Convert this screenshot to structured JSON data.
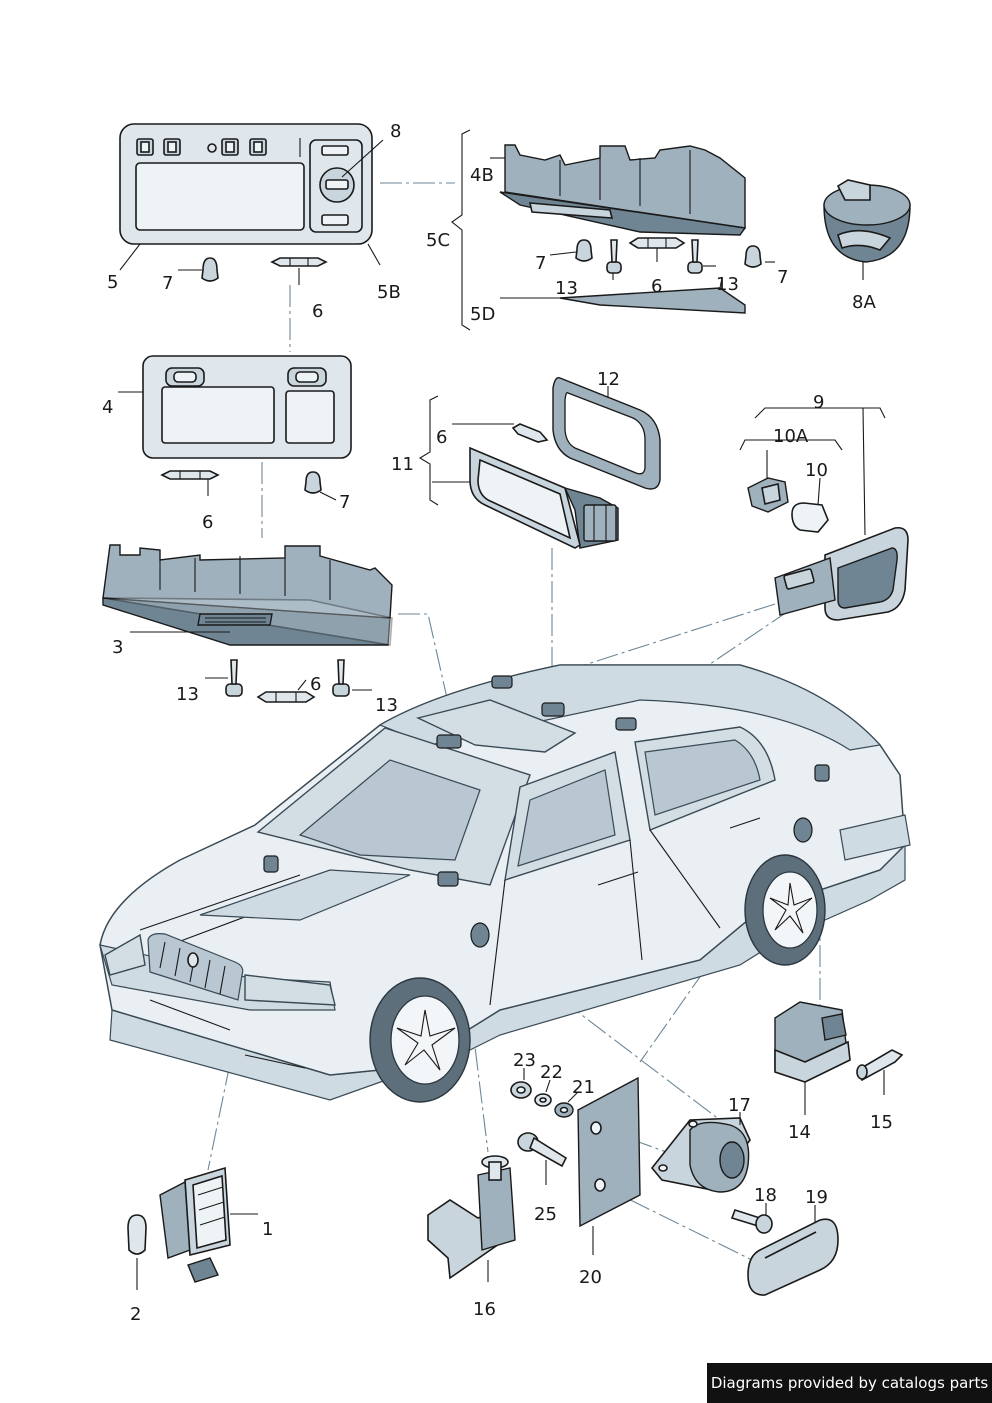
{
  "credit": "Diagrams provided by catalogs parts",
  "labels": {
    "l1": "1",
    "l2": "2",
    "l3": "3",
    "l4": "4",
    "l4B": "4B",
    "l5": "5",
    "l5B": "5B",
    "l5C": "5C",
    "l5D": "5D",
    "l6a": "6",
    "l6b": "6",
    "l6c": "6",
    "l6d": "6",
    "l6e": "6",
    "l7a": "7",
    "l7b": "7",
    "l7c": "7",
    "l7d": "7",
    "l8": "8",
    "l8A": "8A",
    "l9": "9",
    "l10": "10",
    "l10A": "10A",
    "l11": "11",
    "l12": "12",
    "l13a": "13",
    "l13b": "13",
    "l13c": "13",
    "l13d": "13",
    "l14": "14",
    "l15": "15",
    "l16": "16",
    "l17": "17",
    "l18": "18",
    "l19": "19",
    "l20": "20",
    "l21": "21",
    "l22": "22",
    "l23": "23",
    "l25": "25"
  }
}
